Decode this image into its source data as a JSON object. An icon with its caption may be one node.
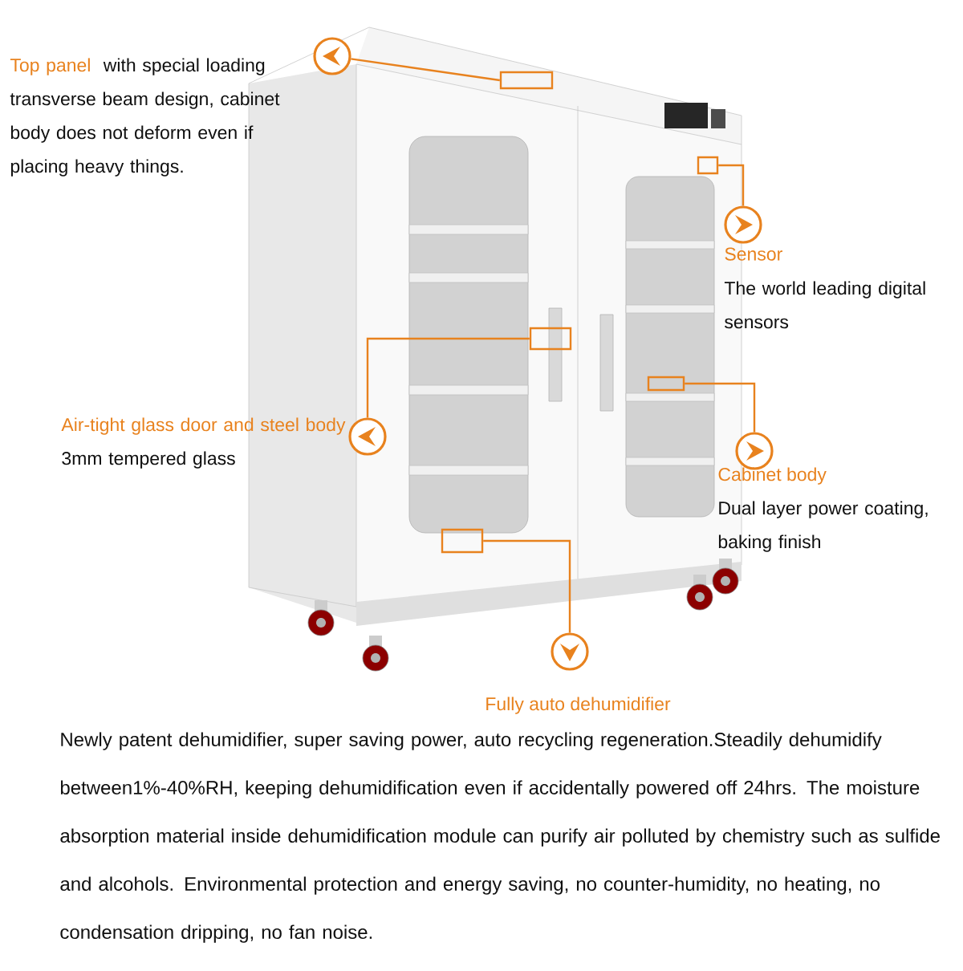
{
  "diagram": {
    "nodes": [
      {
        "text": [],
        "shape": "circle",
        "beside": [
          "Top panel",
          "with special loading transverse beam design, cabinet body does not deform even if placing heavy things."
        ]
      },
      {
        "text": [],
        "shape": "box"
      },
      {
        "text": [],
        "shape": "box"
      },
      {
        "text": [],
        "shape": "circle",
        "beside": [
          "Sensor",
          "The world leading digital sensors"
        ]
      },
      {
        "text": [],
        "shape": "box"
      },
      {
        "text": [],
        "shape": "circle",
        "beside": [
          "Air-tight glass door and steel body",
          "3mm tempered glass"
        ]
      },
      {
        "text": [],
        "shape": "box"
      },
      {
        "text": [],
        "shape": "circle",
        "beside": [
          "Cabinet body",
          "Dual layer power coating, baking finish"
        ]
      },
      {
        "text": [],
        "shape": "box"
      },
      {
        "text": [],
        "shape": "circle",
        "beside": [
          "Fully auto dehumidifier",
          "Newly patent dehumidifier, super saving power, auto recycling regeneration.Steadily dehumidify between1%-40%RH, keeping dehumidification even if accidentally powered off 24hrs. The moisture absorption material inside dehumidification module can purify air polluted by chemistry such as sulfide and alcohols. Environmental protection and  energy saving, no counter-humidity, no heating, no condensation dripping, no fan noise."
        ]
      }
    ],
    "edges": [
      {
        "from": 1,
        "to": 0,
        "arrow": "none"
      },
      {
        "from": 2,
        "to": 3,
        "arrow": "none"
      },
      {
        "from": 4,
        "to": 5,
        "arrow": "none"
      },
      {
        "from": 6,
        "to": 7,
        "arrow": "none"
      },
      {
        "from": 8,
        "to": 9,
        "arrow": "none"
      }
    ]
  }
}
